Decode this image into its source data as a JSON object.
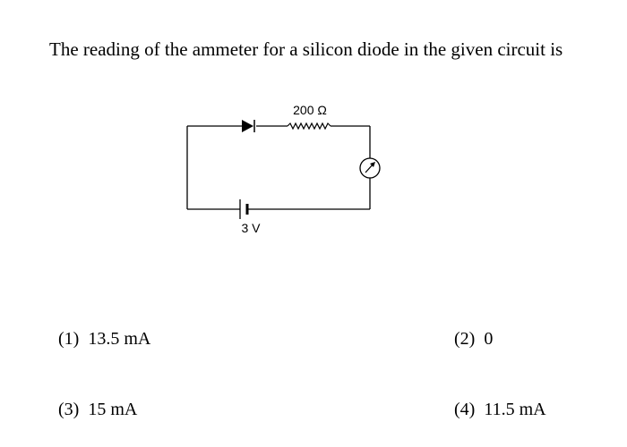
{
  "question": {
    "text": "The reading of the ammeter for a silicon diode in the given circuit is"
  },
  "circuit": {
    "resistor_label": "200 Ω",
    "battery_label": "3 V",
    "components": [
      "diode-icon",
      "resistor-icon",
      "ammeter-icon",
      "battery-icon"
    ]
  },
  "options": [
    {
      "number": "(1)",
      "text": "13.5 mA"
    },
    {
      "number": "(2)",
      "text": "0"
    },
    {
      "number": "(3)",
      "text": "15 mA"
    },
    {
      "number": "(4)",
      "text": "11.5 mA"
    }
  ]
}
